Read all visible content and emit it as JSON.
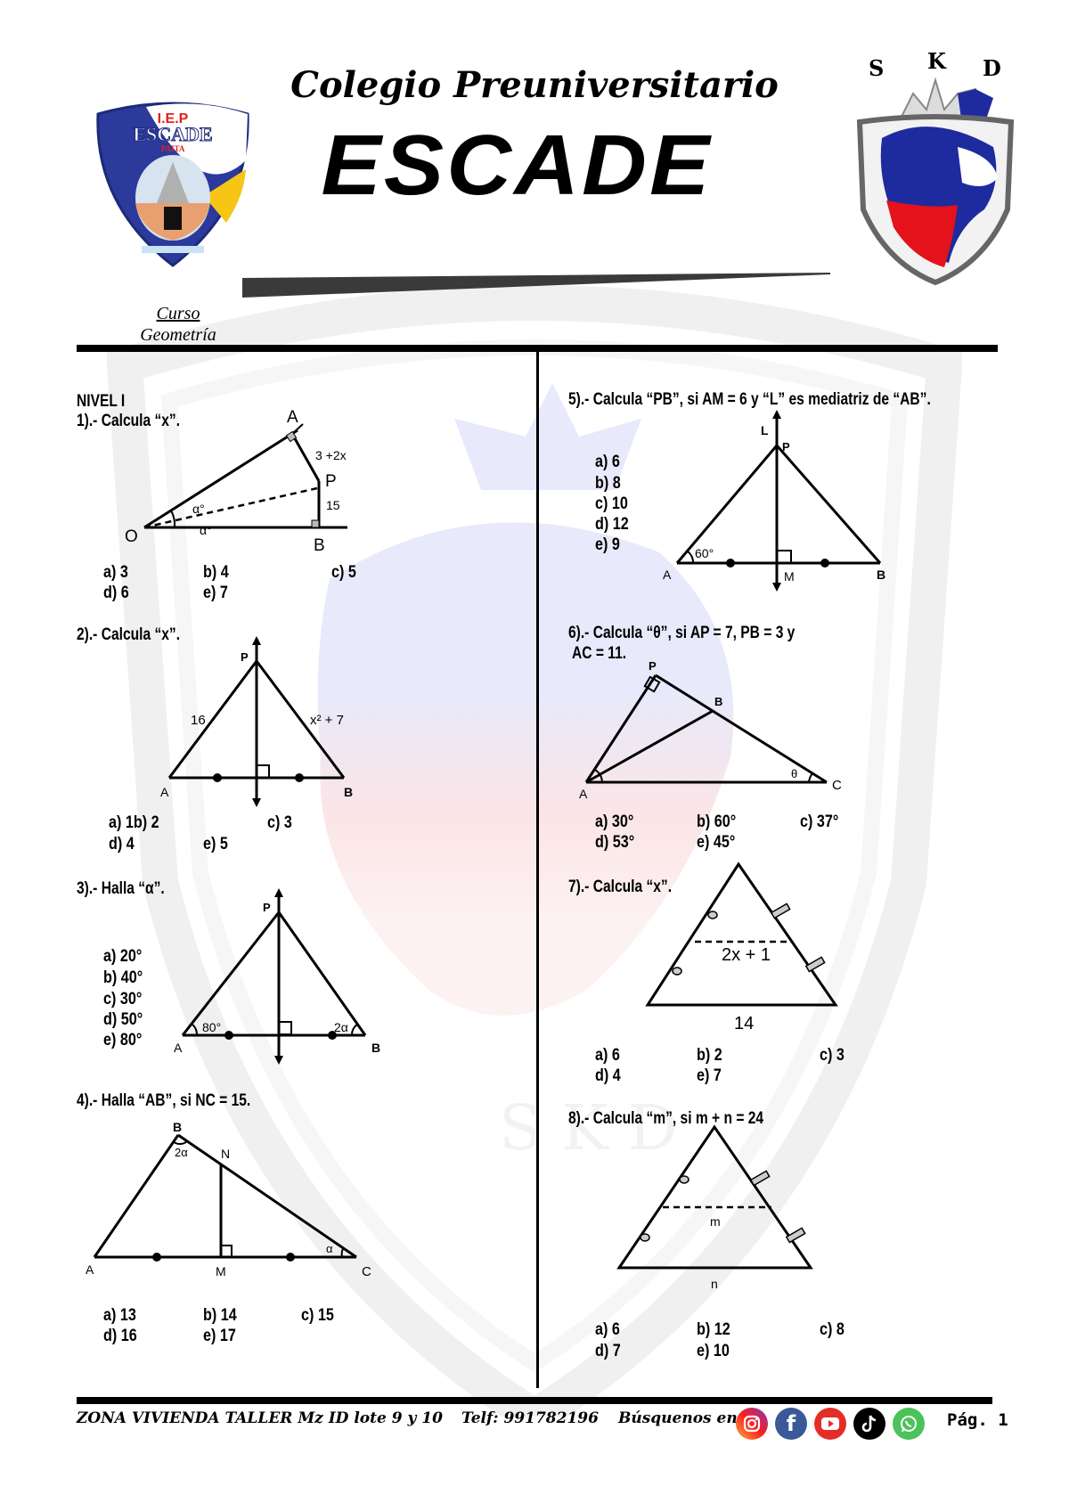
{
  "header": {
    "subtitle": "Colegio Preuniversitario",
    "title": "ESCADE",
    "left_logo": {
      "line1": "I.E.P",
      "line2": "ESCADE",
      "line3": "PAITA"
    },
    "right_logo": {
      "letters": [
        "S",
        "K",
        "D"
      ]
    },
    "course_label": "Curso",
    "course_name": "Geometría"
  },
  "level": "NIVEL I",
  "questions": [
    {
      "number": "1).- ",
      "prompt": "Calcula “x”.",
      "figure_labels": {
        "A": "A",
        "O": "O",
        "B": "B",
        "P": "P",
        "ap": "3 +2x",
        "pb": "15",
        "alpha1": "α°",
        "alpha2": "α°"
      },
      "options": [
        {
          "key": "a)",
          "value": "3"
        },
        {
          "key": "b)",
          "value": "4"
        },
        {
          "key": "c)",
          "value": "5"
        },
        {
          "key": "d)",
          "value": "6"
        },
        {
          "key": "e)",
          "value": "7"
        }
      ]
    },
    {
      "number": "2).- ",
      "prompt": "Calcula “x”.",
      "figure_labels": {
        "P": "P",
        "A": "A",
        "B": "B",
        "pa": "16",
        "pb": "x² + 7"
      },
      "options": [
        {
          "key": "a)",
          "value": "1b) 2"
        },
        {
          "key": "c)",
          "value": "3"
        },
        {
          "key": "d)",
          "value": "4"
        },
        {
          "key": "e)",
          "value": "5"
        }
      ]
    },
    {
      "number": "3).- ",
      "prompt": "Halla “α”.",
      "figure_labels": {
        "P": "P",
        "A": "A",
        "B": "B",
        "angleA": "80°",
        "angleB": "2α"
      },
      "options": [
        {
          "key": "a)",
          "value": "20°"
        },
        {
          "key": "b)",
          "value": "40°"
        },
        {
          "key": "c)",
          "value": "30°"
        },
        {
          "key": "d)",
          "value": "50°"
        },
        {
          "key": "e)",
          "value": "80°"
        }
      ]
    },
    {
      "number": "4).- ",
      "prompt": "Halla “AB”, si NC = 15.",
      "figure_labels": {
        "A": "A",
        "B": "B",
        "C": "C",
        "N": "N",
        "M": "M",
        "angleB": "2α",
        "angleC": "α"
      },
      "options": [
        {
          "key": "a)",
          "value": "13"
        },
        {
          "key": "b)",
          "value": "14"
        },
        {
          "key": "c)",
          "value": "15"
        },
        {
          "key": "d)",
          "value": "16"
        },
        {
          "key": "e)",
          "value": "17"
        }
      ]
    },
    {
      "number": "5).- ",
      "prompt": "Calcula “PB”, si AM = 6 y “L”  es  mediatriz de “AB”.",
      "figure_labels": {
        "L": "L",
        "P": "P",
        "A": "A",
        "M": "M",
        "B": "B",
        "angleA": "60°"
      },
      "options": [
        {
          "key": "a)",
          "value": "6"
        },
        {
          "key": "b)",
          "value": "8"
        },
        {
          "key": "c)",
          "value": "10"
        },
        {
          "key": "d)",
          "value": "12"
        },
        {
          "key": "e)",
          "value": "9"
        }
      ]
    },
    {
      "number": "6).- ",
      "prompt": "Calcula “θ”, si AP = 7, PB = 3 y",
      "prompt_line2": "AC = 11.",
      "figure_labels": {
        "P": "P",
        "B": "B",
        "A": "A",
        "C": "C",
        "angleC": "θ"
      },
      "options": [
        {
          "key": "a)",
          "value": "30°"
        },
        {
          "key": "b)",
          "value": "60°"
        },
        {
          "key": "c)",
          "value": "37°"
        },
        {
          "key": "d)",
          "value": "53°"
        },
        {
          "key": "e)",
          "value": "45°"
        }
      ]
    },
    {
      "number": "7).- ",
      "prompt": "Calcula “x”.",
      "figure_labels": {
        "mid": "2x + 1",
        "base": "14"
      },
      "options": [
        {
          "key": "a)",
          "value": "6"
        },
        {
          "key": "b)",
          "value": "2"
        },
        {
          "key": "c)",
          "value": "3"
        },
        {
          "key": "d)",
          "value": "4"
        },
        {
          "key": "e)",
          "value": "7"
        }
      ]
    },
    {
      "number": "8).- ",
      "prompt": "Calcula “m”, si m + n = 24",
      "figure_labels": {
        "mid": "m",
        "base": "n"
      },
      "options": [
        {
          "key": "a)",
          "value": "6"
        },
        {
          "key": "b)",
          "value": "12"
        },
        {
          "key": "c)",
          "value": "8"
        },
        {
          "key": "d)",
          "value": "7"
        },
        {
          "key": "e)",
          "value": "10"
        }
      ]
    }
  ],
  "footer": {
    "address": "ZONA VIVIENDA TALLER   Mz ID  lote 9 y 10",
    "phone": "Telf:  991782196",
    "find_us": "Búsquenos en:",
    "social": [
      {
        "name": "instagram",
        "color": "#e1306c"
      },
      {
        "name": "facebook",
        "color": "#3b5998"
      },
      {
        "name": "youtube",
        "color": "#e52d27"
      },
      {
        "name": "tiktok",
        "color": "#000000"
      },
      {
        "name": "whatsapp",
        "color": "#4cc25a"
      }
    ],
    "page": "Pág. 1"
  },
  "colors": {
    "brand_blue": "#1f2f8f",
    "brand_red": "#e3121b",
    "watermark_blue": "#c9cdf2",
    "watermark_red": "#f6c3c6"
  }
}
